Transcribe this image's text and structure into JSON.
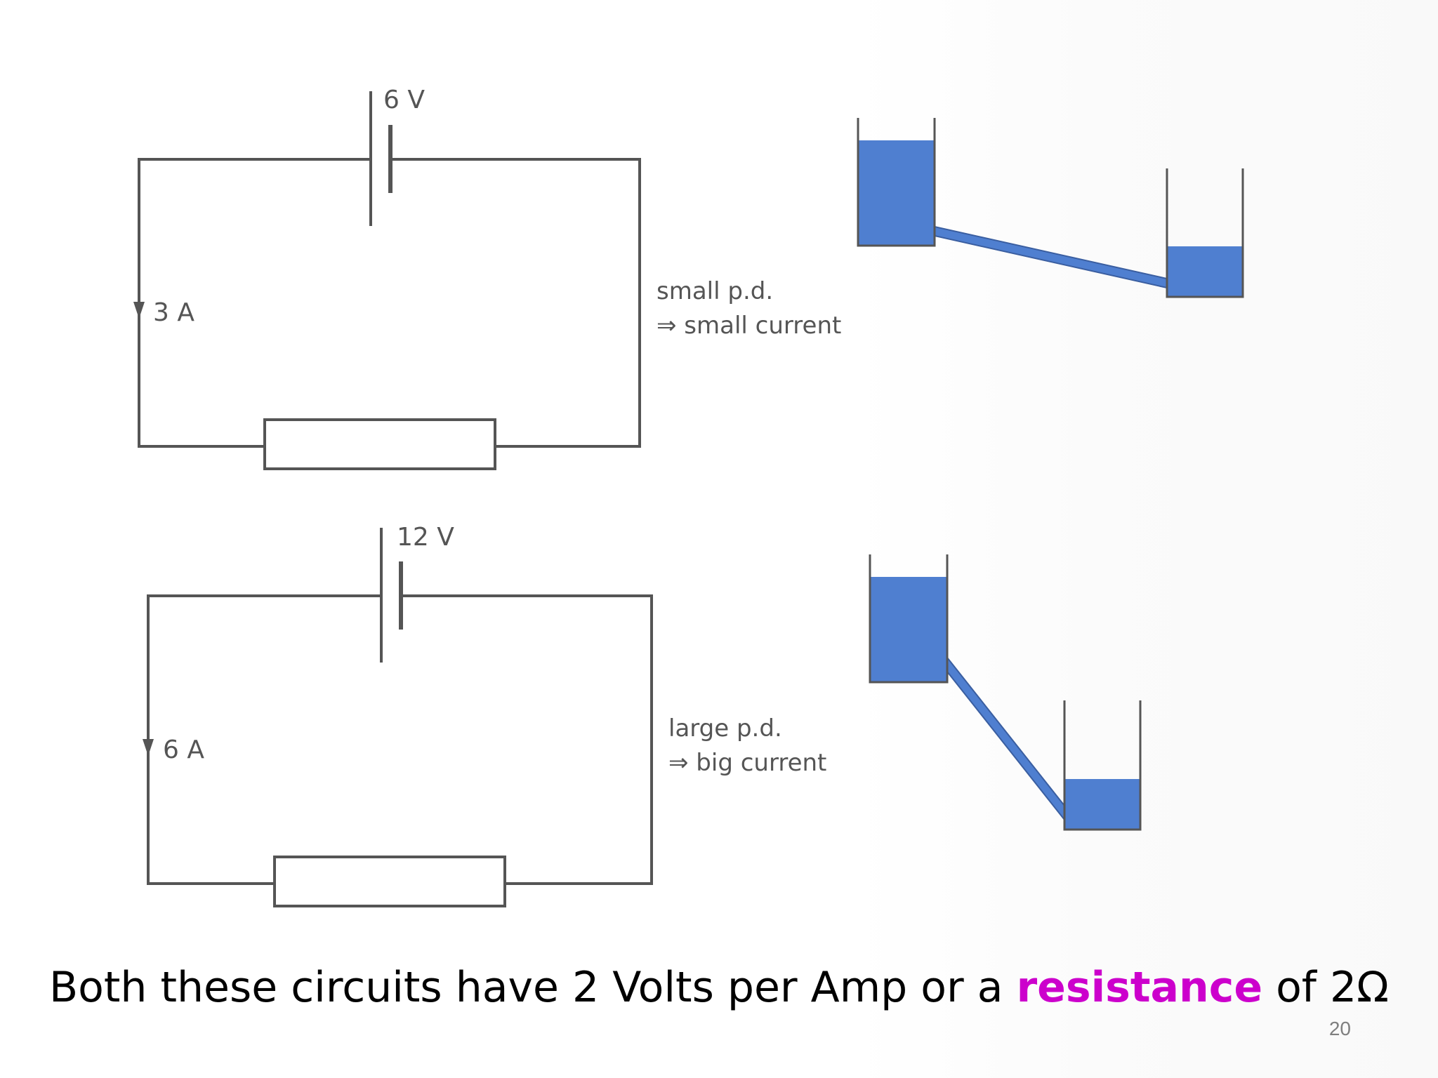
{
  "circuits": [
    {
      "voltage_label": "6 V",
      "current_label": "3 A",
      "note_line1": "small p.d.",
      "note_line2": "⇒ small current"
    },
    {
      "voltage_label": "12 V",
      "current_label": "6 A",
      "note_line1": "large p.d.",
      "note_line2": "⇒ big current"
    }
  ],
  "caption": {
    "before": "Both these circuits have 2 Volts per Amp or a ",
    "keyword": "resistance",
    "after": " of 2Ω"
  },
  "slide_number": "20",
  "colors": {
    "wire": "#555555",
    "water": "#4f7fd0",
    "keyword": "#cc00cc",
    "caption": "#000000"
  }
}
